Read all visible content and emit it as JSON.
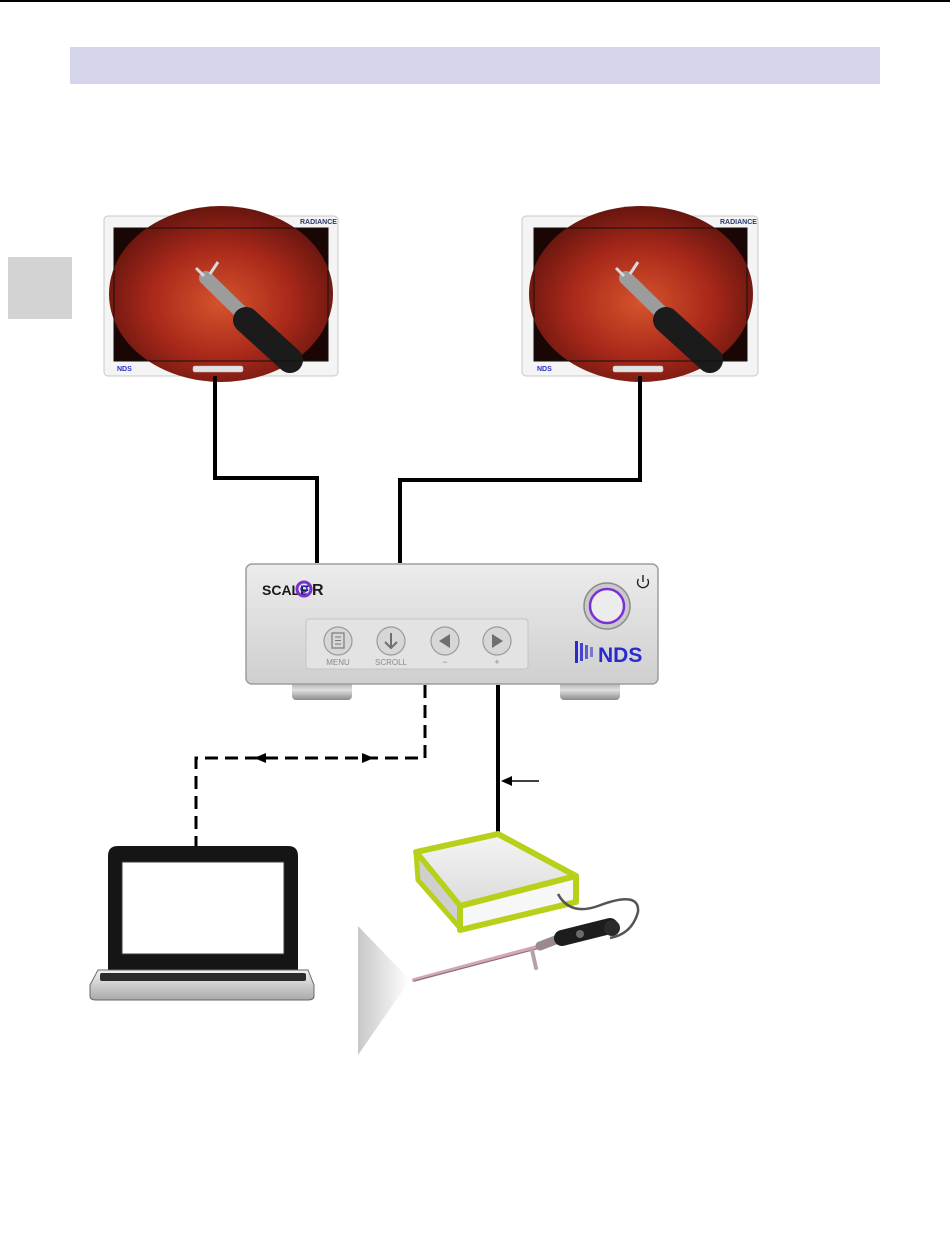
{
  "page": {
    "header_band_color": "#d4d4ea",
    "side_tab_color": "#d3d3d3"
  },
  "devices": {
    "monitor_left": {
      "bezel_brand": "NDS",
      "top_badge": "RADIANCE"
    },
    "monitor_right": {
      "bezel_brand": "NDS",
      "top_badge": "RADIANCE"
    },
    "processor": {
      "logo_prefix": "SCALE",
      "logo_suffix": "R",
      "brand": "NDS",
      "buttons": [
        {
          "label": "MENU",
          "icon": "menu-icon"
        },
        {
          "label": "SCROLL",
          "icon": "arrow-down-icon"
        },
        {
          "label": "−",
          "icon": "arrow-left-icon"
        },
        {
          "label": "+",
          "icon": "arrow-right-icon"
        }
      ],
      "power_icon": "power-icon",
      "accent_color": "#7b2fd6",
      "brand_color": "#2a2acd"
    },
    "laptop": {},
    "camera_box": {
      "accent_color": "#b8d01a"
    },
    "endoscope": {}
  }
}
